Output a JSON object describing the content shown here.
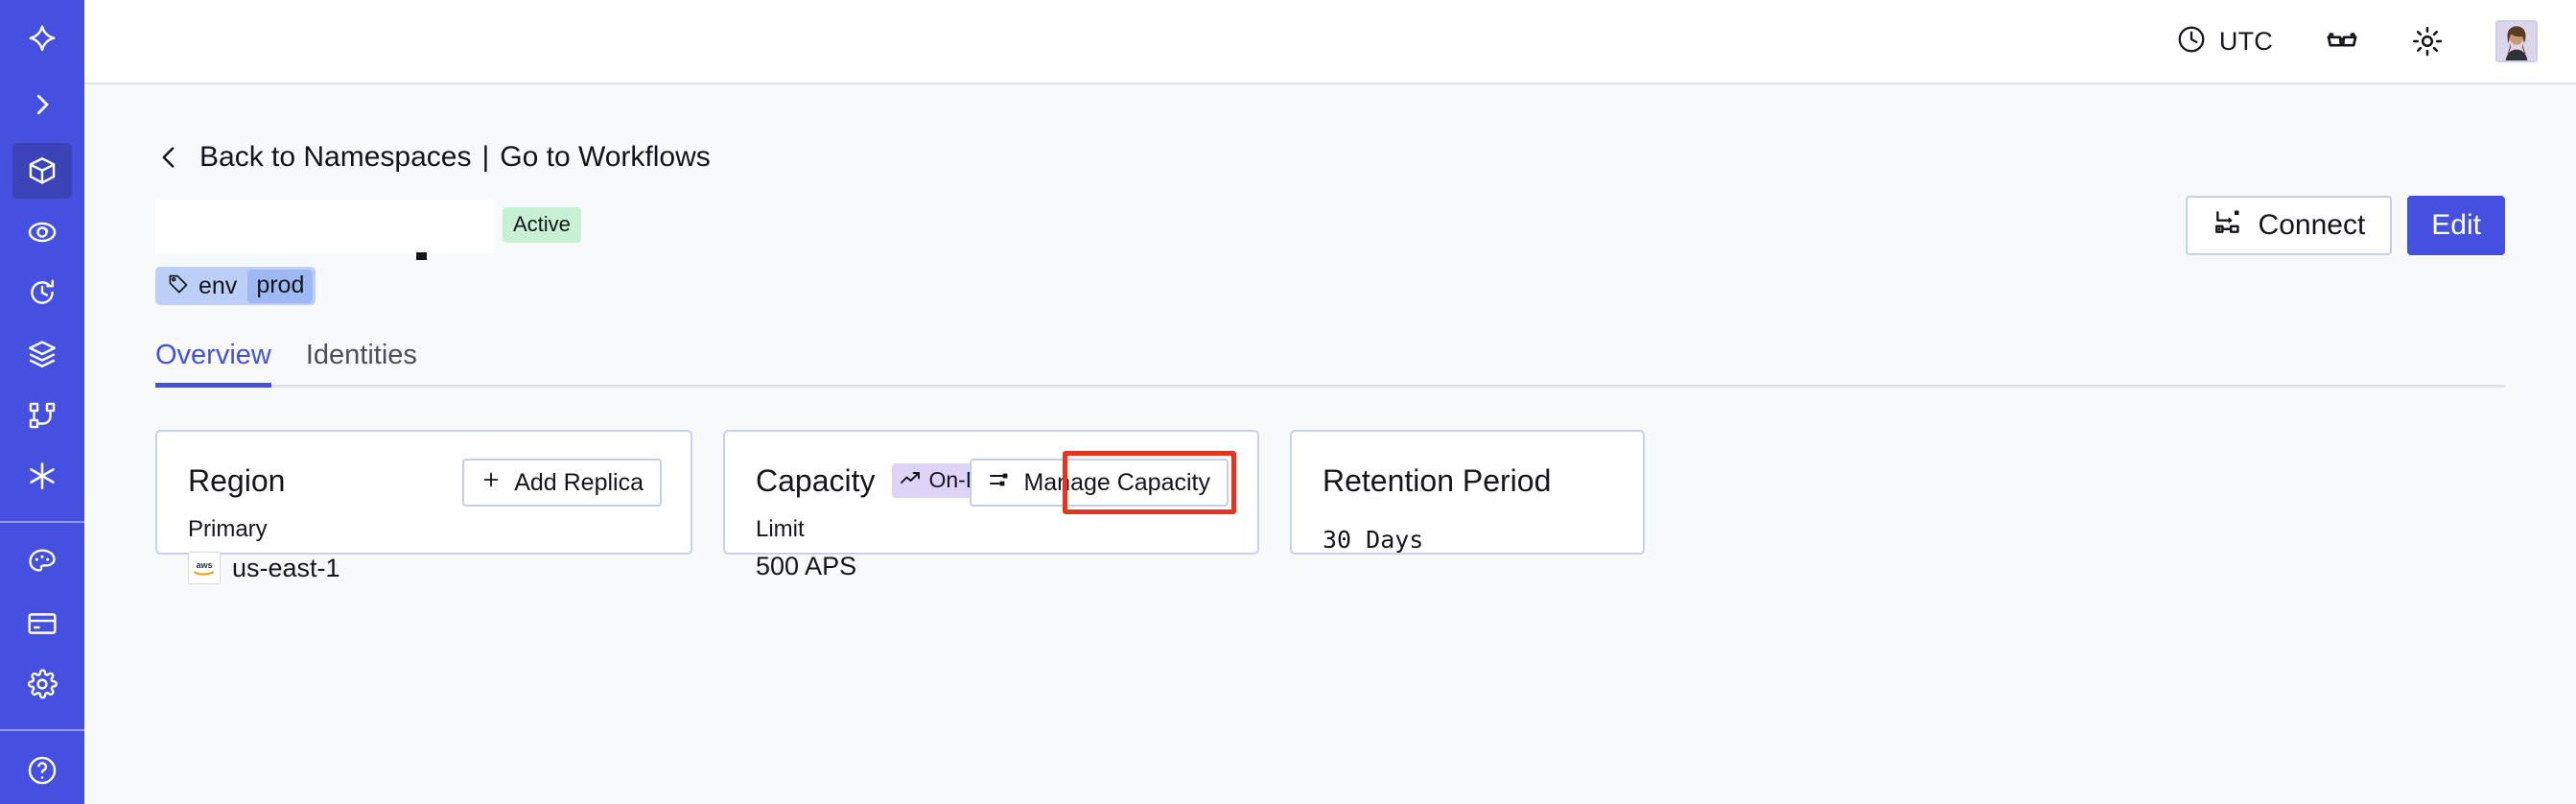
{
  "brand": {
    "accent": "#4550e0",
    "sidebar_bg": "#4550e0",
    "sidebar_active_bg": "#3a44b8",
    "canvas_bg": "#f7f9fb",
    "card_border": "#c7d2e6",
    "highlight": "#e8341c"
  },
  "sidebar": {
    "logo_icon": "temporal-logo-icon",
    "expand_icon": "chevron-right-icon",
    "items": [
      {
        "icon": "cube-icon",
        "name": "namespaces",
        "active": true
      },
      {
        "icon": "eye-icon",
        "name": "observability",
        "active": false
      },
      {
        "icon": "history-icon",
        "name": "schedules",
        "active": false
      },
      {
        "icon": "layers-icon",
        "name": "workers",
        "active": false
      },
      {
        "icon": "workflow-icon",
        "name": "workflows",
        "active": false
      },
      {
        "icon": "asterisk-icon",
        "name": "nexus",
        "active": false
      }
    ],
    "items_lower": [
      {
        "icon": "palette-icon",
        "name": "usage",
        "active": false
      },
      {
        "icon": "credit-card-icon",
        "name": "billing",
        "active": false
      },
      {
        "icon": "gear-icon",
        "name": "settings",
        "active": false
      }
    ]
  },
  "topbar": {
    "timezone_label": "UTC",
    "clock_icon": "clock-icon",
    "glasses_icon": "glasses-icon",
    "theme_icon": "sun-icon",
    "avatar_icon": "user-avatar"
  },
  "breadcrumb": {
    "back_icon": "chevron-left-icon",
    "back_label": "Back to Namespaces",
    "separator": "|",
    "forward_label": "Go to Workflows"
  },
  "header": {
    "title_redacted": "",
    "status_badge": "Active",
    "status_badge_color": "#c8f0d4",
    "tag": {
      "icon": "tag-icon",
      "key": "env",
      "value": "prod"
    },
    "connect_label": "Connect",
    "connect_icon": "connect-icon",
    "edit_label": "Edit"
  },
  "tabs": [
    {
      "label": "Overview",
      "active": true
    },
    {
      "label": "Identities",
      "active": false
    }
  ],
  "cards": {
    "region": {
      "title": "Region",
      "action_label": "Add Replica",
      "action_icon": "plus-icon",
      "sub_label": "Primary",
      "provider_icon": "aws-logo",
      "value": "us-east-1"
    },
    "capacity": {
      "title": "Capacity",
      "badge_label": "On-Demand",
      "badge_icon": "trending-up-icon",
      "badge_color": "#ddd4f7",
      "action_label": "Manage Capacity",
      "action_icon": "sliders-icon",
      "action_highlighted": true,
      "sub_label": "Limit",
      "value": "500 APS"
    },
    "retention": {
      "title": "Retention Period",
      "value": "30 Days"
    }
  }
}
